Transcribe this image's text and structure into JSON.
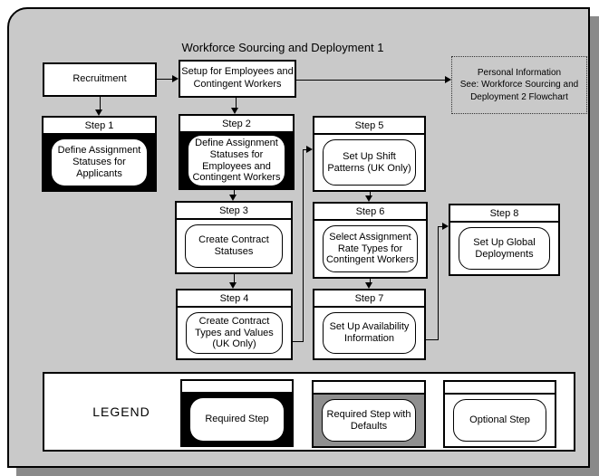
{
  "title": "Workforce Sourcing and Deployment 1",
  "colors": {
    "canvas_bg": "#c9c9c9",
    "drop_shadow": "#8a8a8a",
    "required_fill": "#000000",
    "required_with_defaults_fill": "#8f8f8f",
    "box_fill": "#ffffff",
    "line": "#000000"
  },
  "nodes": {
    "recruitment": {
      "label": "Recruitment"
    },
    "setup": {
      "label": "Setup for Employees and\nContingent Workers"
    },
    "personal_info": {
      "label": "Personal Information\nSee: Workforce Sourcing and\nDeployment 2 Flowchart"
    }
  },
  "steps": [
    {
      "header": "Step 1",
      "label": "Define Assignment\nStatuses for Applicants",
      "type": "required"
    },
    {
      "header": "Step 2",
      "label": "Define Assignment\nStatuses for\nEmployees and\nContingent Workers",
      "type": "required"
    },
    {
      "header": "Step 3",
      "label": "Create Contract\nStatuses",
      "type": "optional"
    },
    {
      "header": "Step 4",
      "label": "Create Contract\nTypes and Values\n(UK Only)",
      "type": "optional"
    },
    {
      "header": "Step 5",
      "label": "Set Up Shift\nPatterns (UK Only)",
      "type": "optional"
    },
    {
      "header": "Step 6",
      "label": "Select Assignment\nRate Types for\nContingent Workers",
      "type": "optional"
    },
    {
      "header": "Step 7",
      "label": "Set Up Availability\nInformation",
      "type": "optional"
    },
    {
      "header": "Step 8",
      "label": "Set Up Global\nDeployments",
      "type": "optional"
    }
  ],
  "legend": {
    "title": "LEGEND",
    "items": [
      {
        "label": "Required Step",
        "type": "required"
      },
      {
        "label": "Required Step with\nDefaults",
        "type": "required-with-defaults"
      },
      {
        "label": "Optional Step",
        "type": "optional"
      }
    ]
  }
}
